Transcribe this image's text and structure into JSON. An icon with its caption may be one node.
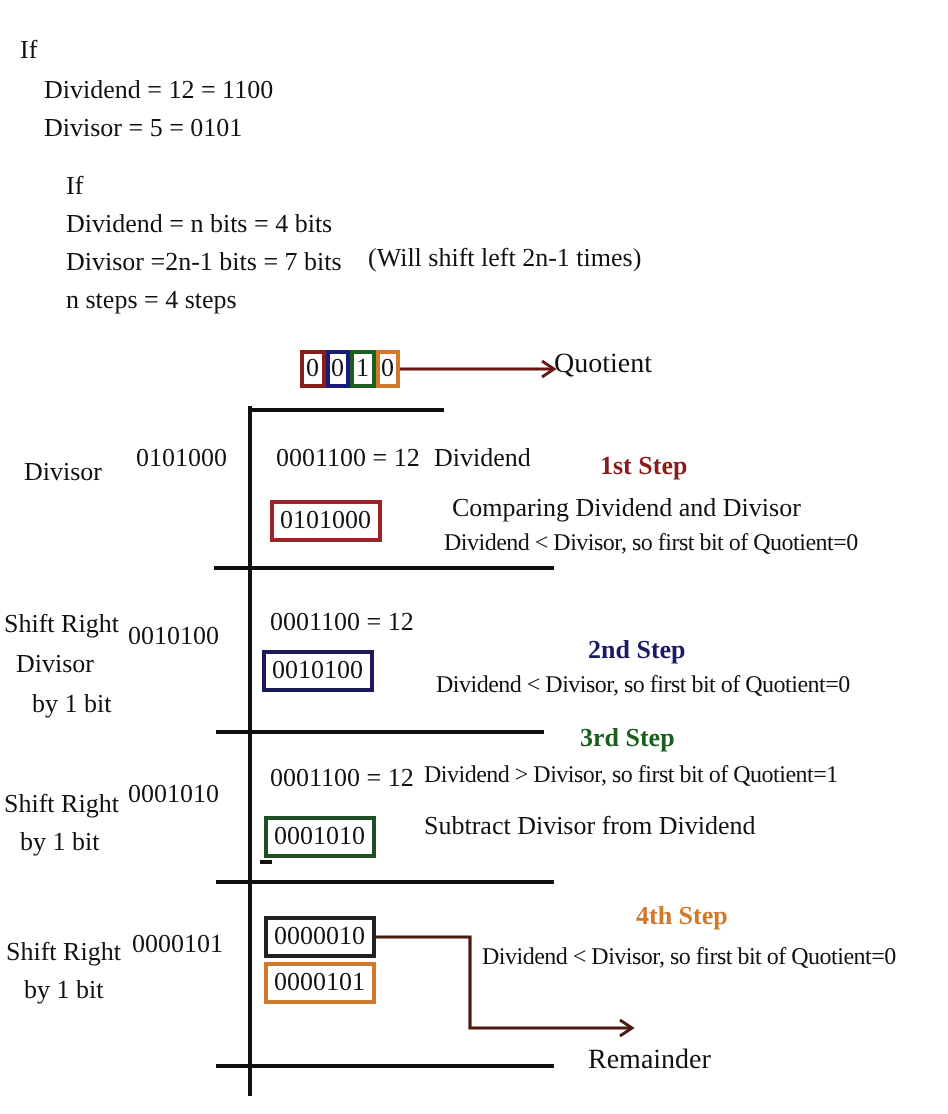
{
  "diagram": {
    "nodes": [
      {
        "text": [
          "0",
          "0",
          "1",
          "0"
        ]
      },
      {
        "text": [
          "Quotient"
        ]
      },
      {
        "text": [
          "0101000"
        ]
      },
      {
        "text": [
          "0010100"
        ]
      },
      {
        "text": [
          "0001010"
        ]
      },
      {
        "text": [
          "0000010"
        ]
      },
      {
        "text": [
          "0000101"
        ]
      },
      {
        "text": [
          "Remainder"
        ]
      }
    ],
    "edges": [
      {
        "from": 0,
        "to": 1,
        "arrow": "to",
        "color": "#6b1414"
      },
      {
        "from": 5,
        "to": 7,
        "arrow": "to",
        "color": "#4a1a10"
      }
    ],
    "labels": [
      "If",
      "Dividend = 12 = 1100",
      "Divisor = 5 = 0101",
      "If",
      "Dividend = n bits = 4 bits",
      "Divisor =2n-1 bits = 7 bits",
      "(Will shift left 2n-1 times)",
      "n steps = 4 steps",
      "Divisor",
      "0101000",
      "0001100 = 12",
      "Dividend",
      "1st Step",
      "Comparing Dividend and Divisor",
      "Dividend < Divisor, so first bit of Quotient=0",
      "Shift Right",
      "Divisor",
      "by 1 bit",
      "0010100",
      "0001100 = 12",
      "2nd Step",
      "Dividend < Divisor, so first bit of Quotient=0",
      "3rd Step",
      "Shift Right",
      "by 1 bit",
      "0001010",
      "0001100 = 12",
      "Dividend > Divisor, so first bit of Quotient=1",
      "Subtract Divisor from Dividend",
      "4th Step",
      "Shift Right",
      "by 1 bit",
      "0000101",
      "Dividend < Divisor, so first bit of Quotient=0"
    ]
  }
}
